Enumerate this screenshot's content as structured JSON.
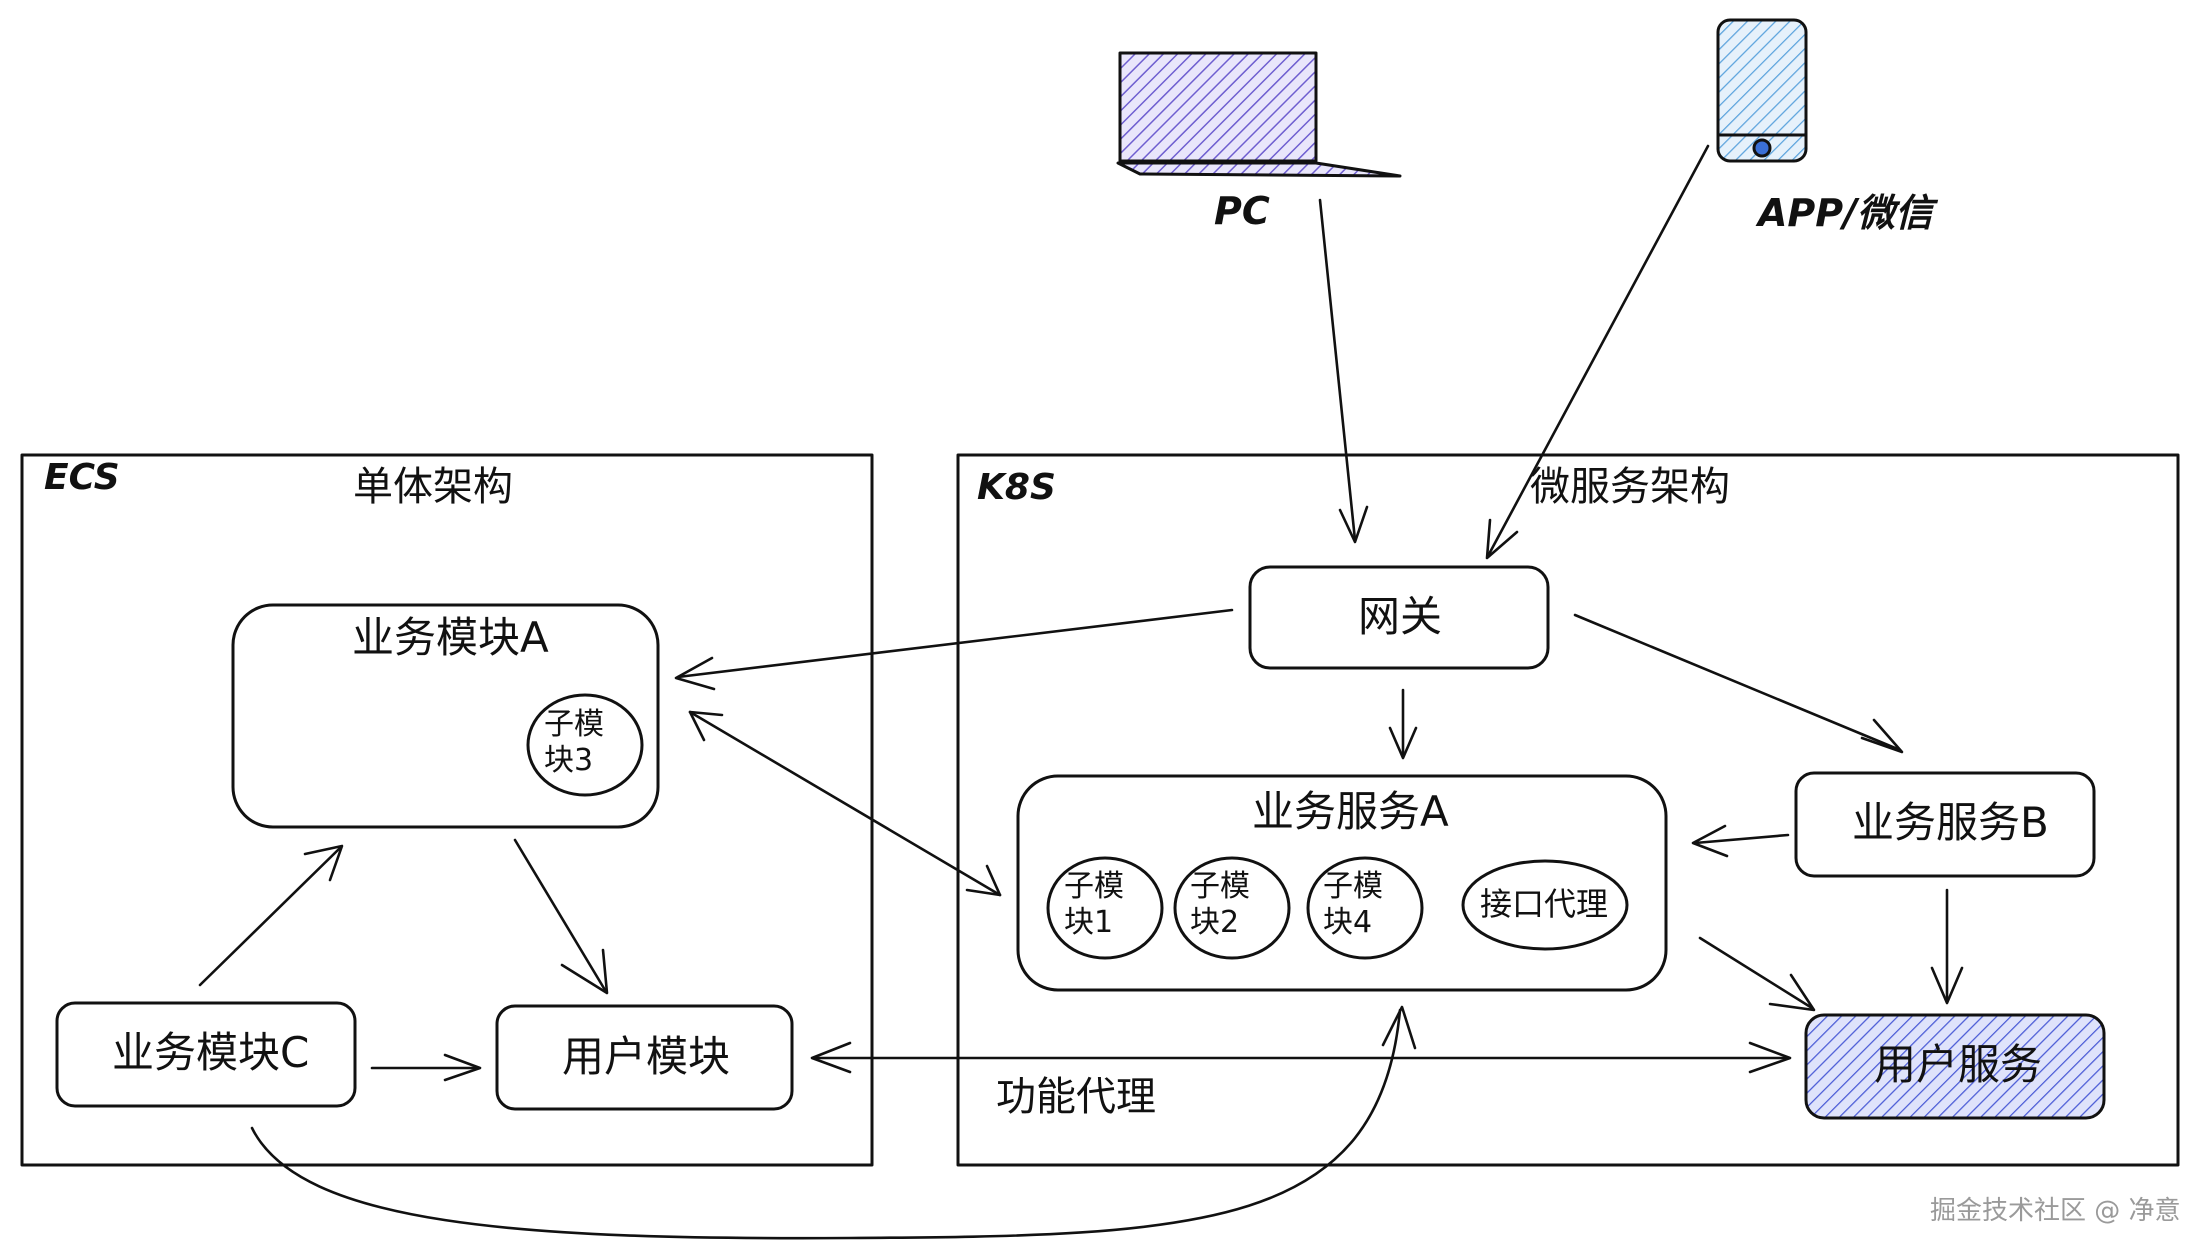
{
  "clients": {
    "pc": {
      "label": "PC",
      "icon": "laptop-icon",
      "color": "#7b6fd6"
    },
    "app": {
      "label": "APP/微信",
      "icon": "phone-icon",
      "color": "#5aa6df"
    }
  },
  "monolith": {
    "env": "ECS",
    "title": "单体架构",
    "module_a": {
      "label": "业务模块A",
      "sub": "子模块3"
    },
    "module_c": "业务模块C",
    "user_module": "用户模块"
  },
  "microservices": {
    "env": "K8S",
    "title": "微服务架构",
    "gateway": "网关",
    "service_a": {
      "label": "业务服务A",
      "subs": [
        "子模块1",
        "子模块2",
        "子模块4"
      ],
      "proxy": "接口代理"
    },
    "service_b": "业务服务B",
    "user_service": {
      "label": "用户服务",
      "color": "#4a5bd6"
    },
    "function_proxy": "功能代理"
  },
  "watermark": "掘金技术社区 @ 净意"
}
